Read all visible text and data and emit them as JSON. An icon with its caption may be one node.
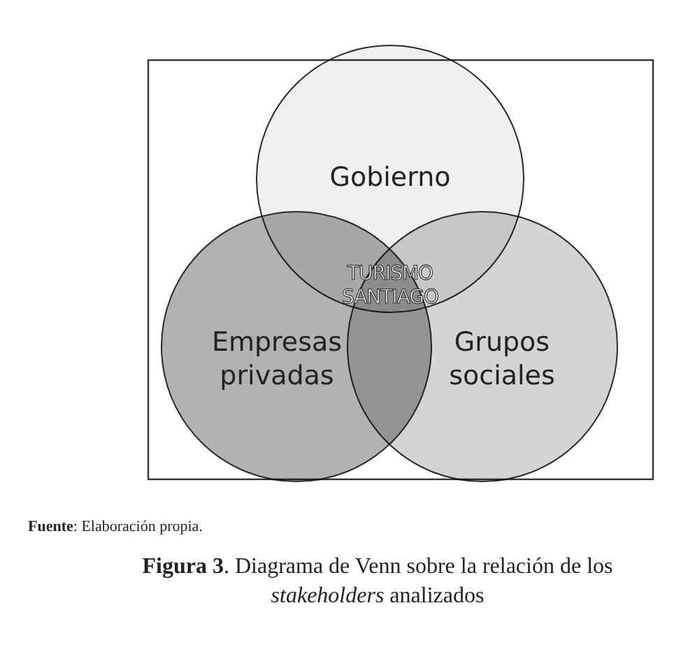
{
  "diagram": {
    "caption": "**Figura 3**. Diagrama de Venn sobre la relación de los *stakeholders* analizados",
    "nodes": [
      {
        "text": [
          "Gobierno"
        ]
      },
      {
        "text": [
          "Empresas privadas"
        ]
      },
      {
        "text": [
          "Grupos sociales"
        ]
      }
    ],
    "edges": [],
    "labels": [
      "TURISMO SANTIAGO",
      "**Fuente**: Elaboración propia."
    ]
  }
}
